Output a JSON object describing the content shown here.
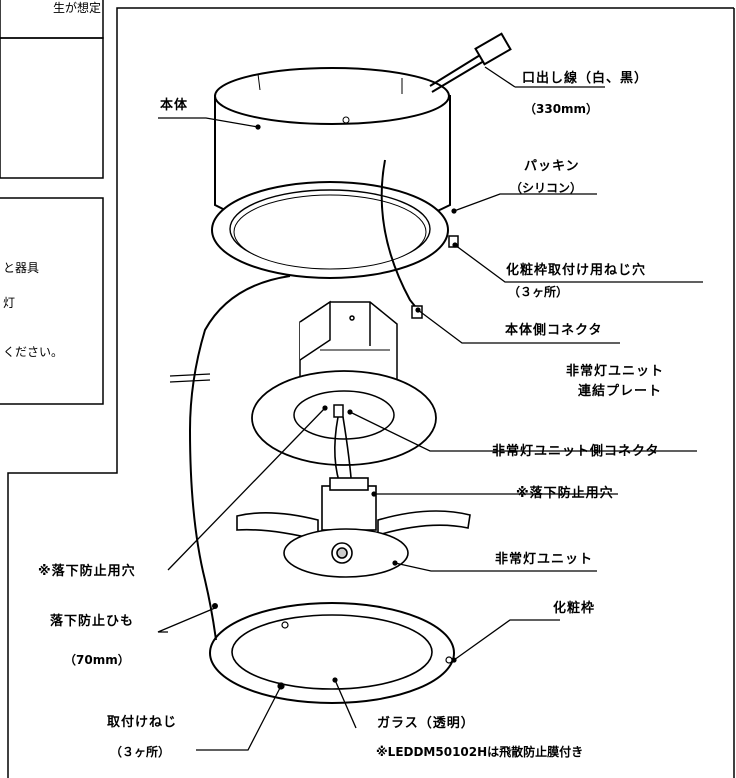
{
  "left_panel_fragments": {
    "top": "生が想定",
    "line1": "と器具",
    "line2": "灯",
    "line3": "ください。"
  },
  "labels": {
    "body": "本体",
    "lead_wire": "口出し線（白、黒）",
    "lead_wire_length": "（330mm）",
    "packing": "パッキン",
    "packing_material": "（シリコン）",
    "trim_screw_holes": "化粧枠取付け用ねじ穴",
    "trim_screw_count": "（３ヶ所）",
    "body_connector": "本体側コネクタ",
    "plate_line1": "非常灯ユニット",
    "plate_line2": "連結プレート",
    "unit_connector": "非常灯ユニット側コネクタ",
    "fall_hole_right": "※落下防止用穴",
    "fall_hole_left": "※落下防止用穴",
    "emergency_unit": "非常灯ユニット",
    "fall_cord": "落下防止ひも",
    "fall_cord_length": "（70mm）",
    "trim_frame": "化粧枠",
    "mount_screw": "取付けねじ",
    "mount_screw_count": "（３ヶ所）",
    "glass": "ガラス（透明）",
    "glass_note": "※LEDDM50102Hは飛散防止膜付き"
  }
}
